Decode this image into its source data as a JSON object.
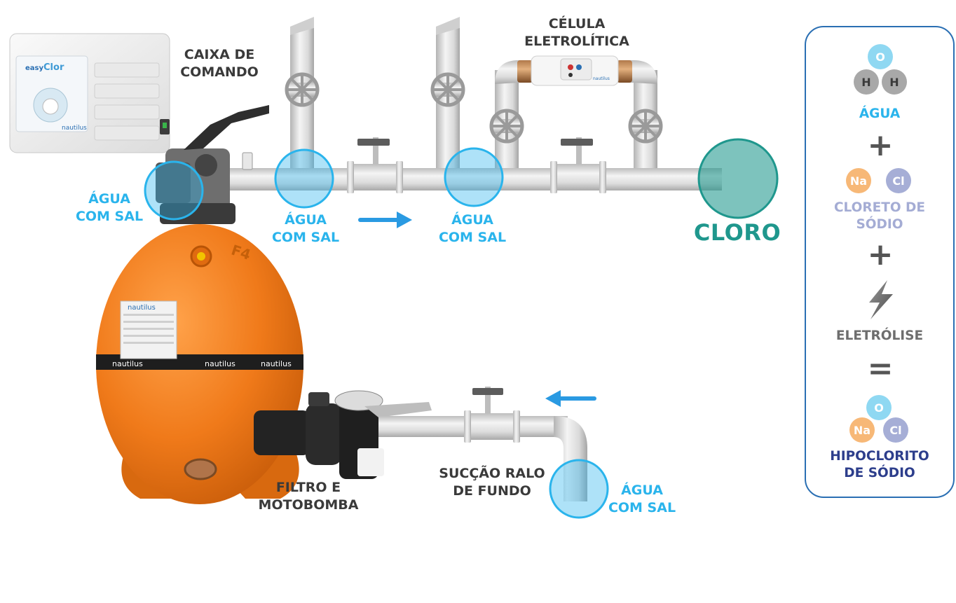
{
  "labels": {
    "caixa": [
      "CAIXA DE",
      "COMANDO"
    ],
    "celula": [
      "CÉLULA",
      "ELETROLÍTICA"
    ],
    "agua_1": [
      "ÁGUA",
      "COM SAL"
    ],
    "agua_2": [
      "ÁGUA",
      "COM SAL"
    ],
    "agua_3": [
      "ÁGUA",
      "COM SAL"
    ],
    "agua_4": [
      "ÁGUA",
      "COM SAL"
    ],
    "cloro": "CLORO",
    "filtro": [
      "FILTRO E",
      "MOTOBOMBA"
    ],
    "succao": [
      "SUCÇÃO RALO",
      "DE FUNDO"
    ]
  },
  "panel": {
    "agua": "ÁGUA",
    "cloreto": [
      "CLORETO DE",
      "SÓDIO"
    ],
    "eletrolise": "ELETRÓLISE",
    "hipoclorito": [
      "HIPOCLORITO",
      "DE SÓDIO"
    ],
    "plus": "+",
    "equals": "=",
    "atoms": {
      "o": "O",
      "h": "H",
      "na": "Na",
      "cl": "Cl"
    }
  },
  "brand": {
    "filter": "nautilus",
    "filter_model": "F4",
    "box_logo_1": "easy",
    "box_logo_2": "Clor",
    "box_brand": "nautilus",
    "cell_brand": "nautilus"
  },
  "colors": {
    "water": "#2ab4ec",
    "chlorine": "#1f978d",
    "filter": "#f07a1a",
    "pipe": "#d9d9d9",
    "oxygen": "#8fd8f2",
    "hydrogen": "#a8a8a8",
    "sodium": "#f7b877",
    "chloride": "#a6aed6",
    "hypochlorite_text": "#2d3e8c",
    "cloreto_text": "#a4acd4"
  }
}
